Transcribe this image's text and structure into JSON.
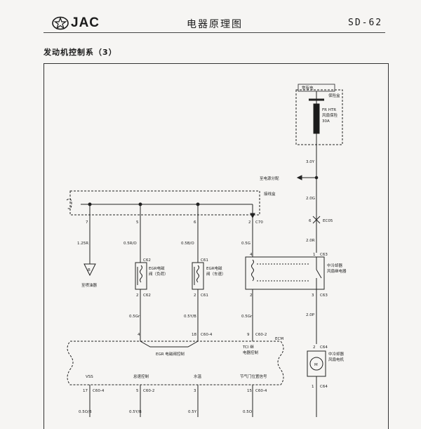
{
  "header": {
    "brand": "JAC",
    "title": "电器原理图",
    "page_number": "SD-62"
  },
  "section": {
    "title": "发动机控制系（3）"
  },
  "diagram": {
    "power_box": "常有电",
    "fuse_box_label": "保险盒",
    "fuse": {
      "name": "FR HTR",
      "desc": "风扇保险",
      "rating": "30A"
    },
    "wire_top_right": "3.0Y",
    "power_distribution": "至电源分配",
    "wire_after_branch": "2.0G",
    "connector_ec05": "EC05",
    "pin_ec05": "6",
    "wire_2_0r": "2.0R",
    "harness_label": "接线盒",
    "relay": {
      "name_line1": "中冷却器",
      "name_line2": "风扇继电器",
      "conn_top": "C63",
      "conn_bottom": "C63",
      "pin_top_left": "4",
      "pin_top_right": "1",
      "pin_bottom_left": "2",
      "pin_bottom_right": "3"
    },
    "left_branch": {
      "pin": "7",
      "wire": "1.25R",
      "ground_symbol": "B",
      "dest": "至喷油器"
    },
    "egr_left": {
      "pin_top": "5",
      "wire_top": "0.5R/O",
      "conn_top": "C62",
      "label_line1": "EGR电磁",
      "label_line2": "阀（负荷）",
      "pin_bottom": "2",
      "conn_bottom": "C62",
      "wire_bottom": "0.5Gr",
      "ecm_pin": "4"
    },
    "egr_right": {
      "pin_top": "6",
      "wire_top": "0.5B/O",
      "conn_top": "C61",
      "label_line1": "EGR电磁",
      "label_line2": "阀（车速）",
      "pin_bottom": "2",
      "conn_bottom": "C61",
      "wire_bottom": "0.5Y/B",
      "ecm_pin": "18",
      "ecm_conn": "C60-4"
    },
    "tc_branch": {
      "pin_top": "2",
      "conn_top": "C70",
      "wire": "0.5G",
      "wire_bottom": "0.5Gr",
      "ecm_pin": "9",
      "ecm_conn": "C60-2"
    },
    "ecm": {
      "label": "ECM",
      "egr_control": "EGR 电磁阀控制",
      "tci_line1": "TCI 继",
      "tci_line2": "电器控制",
      "signals": [
        "VSS",
        "怠速控制",
        "水温",
        "节气门位置信号"
      ],
      "bottom_pins": [
        {
          "pin": "17",
          "conn": "C60-4",
          "wire": "0.5O/B"
        },
        {
          "pin": "5",
          "conn": "C60-2",
          "wire": "0.5Y/B"
        },
        {
          "pin": "3",
          "conn": "",
          "wire": "0.5Y"
        },
        {
          "pin": "15",
          "conn": "C60-4",
          "wire": "0.5O"
        }
      ]
    },
    "fan_motor": {
      "pin_top": "2",
      "conn_top": "C64",
      "wire_in": "2.0P",
      "label_line1": "中冷却器",
      "label_line2": "风扇电机",
      "symbol": "M",
      "pin_bottom": "1",
      "conn_bottom": "C64"
    }
  },
  "colors": {
    "ink": "#1a1a1a",
    "paper": "#f6f5f3"
  }
}
